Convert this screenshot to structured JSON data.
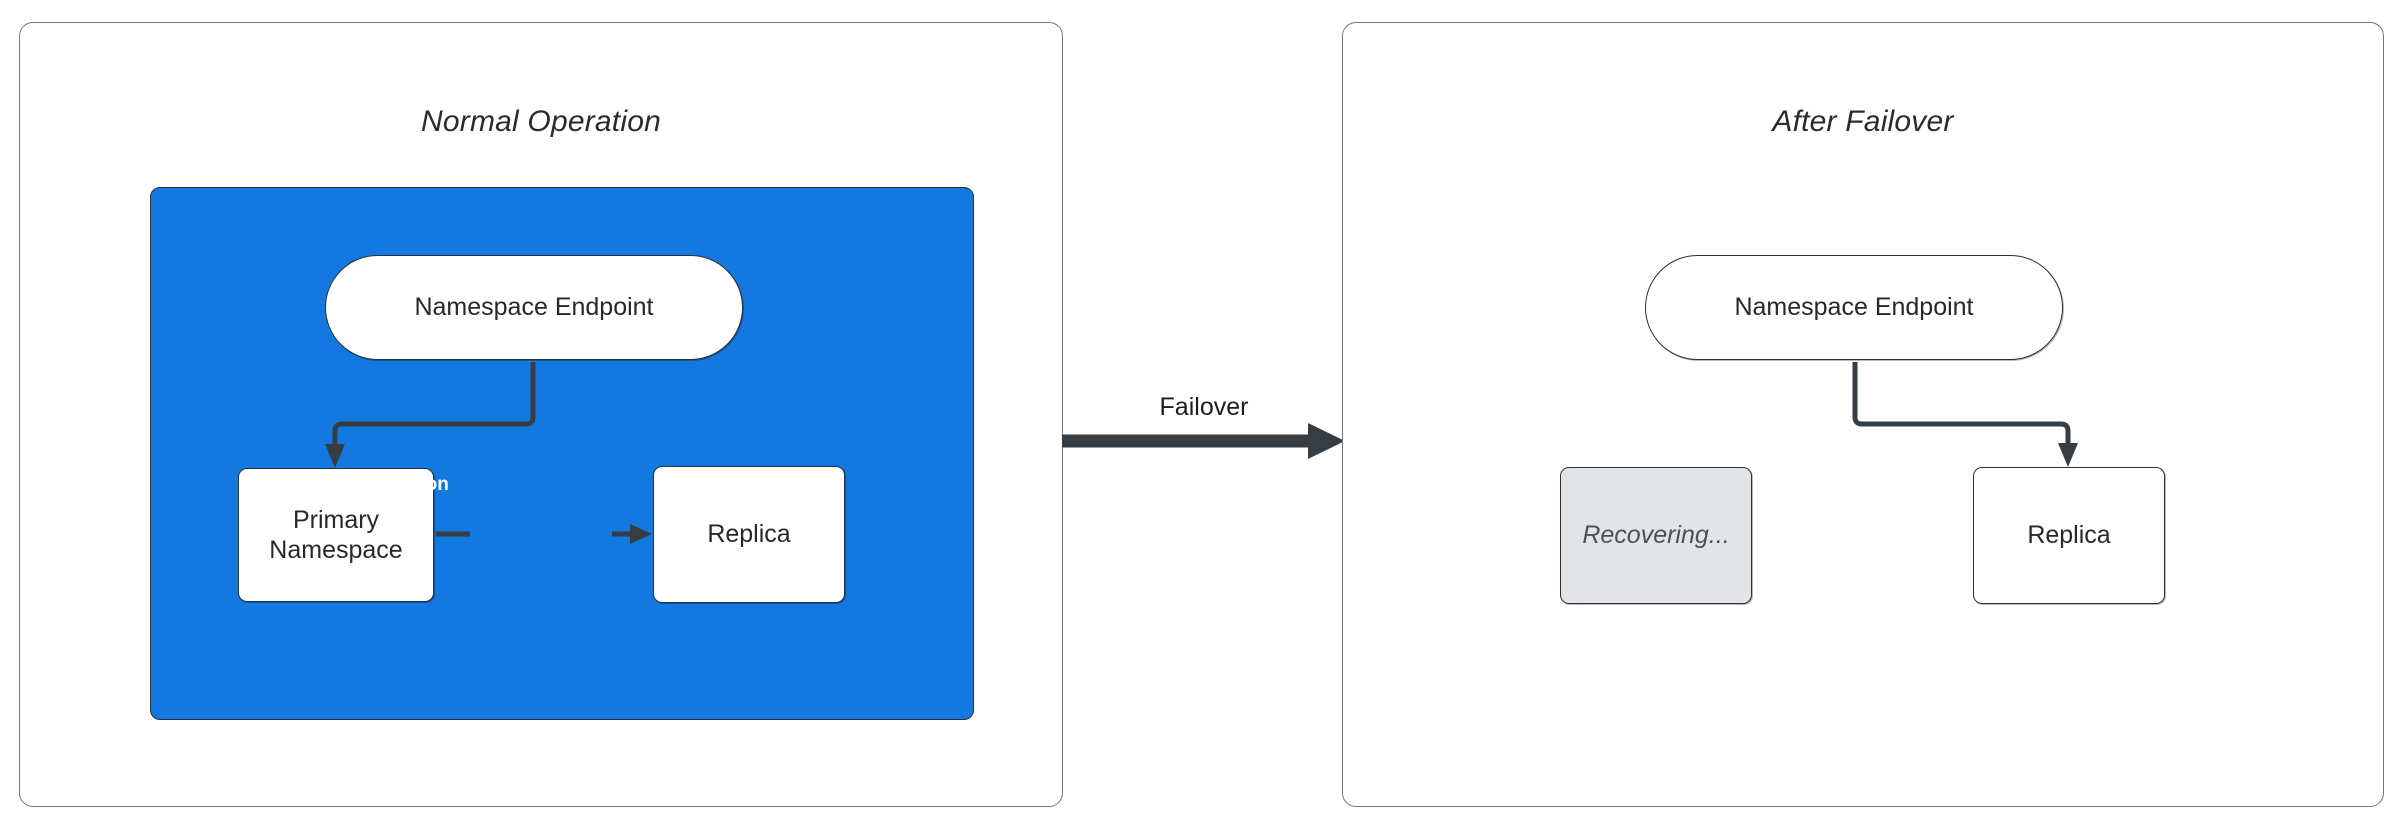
{
  "diagram": {
    "title_left": "Normal Operation",
    "title_right": "After Failover",
    "transition_label": "Failover",
    "colors": {
      "region_blue": "#1379e1",
      "node_white": "#ffffff",
      "node_muted": "#e3e4e5",
      "stroke_dark": "#363e44",
      "panel_border": "#777777",
      "label_white": "#ffffff"
    }
  },
  "panels": [
    {
      "id": "normal-operation",
      "title": "Normal Operation",
      "region": {
        "label": "",
        "nodes": [
          {
            "id": "namespace-endpoint",
            "label": "Namespace Endpoint",
            "shape": "pill",
            "state": "active"
          },
          {
            "id": "primary-namespace",
            "label": "Primary\nNamespace",
            "line1": "Primary",
            "line2": "Namespace",
            "shape": "rect",
            "state": "active"
          },
          {
            "id": "replica",
            "label": "Replica",
            "shape": "rect",
            "state": "active"
          }
        ],
        "edges": [
          {
            "from": "namespace-endpoint",
            "to": "primary-namespace",
            "label": ""
          },
          {
            "from": "primary-namespace",
            "to": "replica",
            "label": "Data Replication"
          }
        ]
      }
    },
    {
      "id": "after-failover",
      "title": "After Failover",
      "region": {
        "label": "",
        "nodes": [
          {
            "id": "namespace-endpoint",
            "label": "Namespace Endpoint",
            "shape": "pill",
            "state": "active"
          },
          {
            "id": "recovering",
            "label": "Recovering...",
            "shape": "rect",
            "state": "recovering"
          },
          {
            "id": "replica",
            "label": "Replica",
            "shape": "rect",
            "state": "active"
          }
        ],
        "edges": [
          {
            "from": "namespace-endpoint",
            "to": "replica",
            "label": ""
          }
        ]
      }
    }
  ]
}
